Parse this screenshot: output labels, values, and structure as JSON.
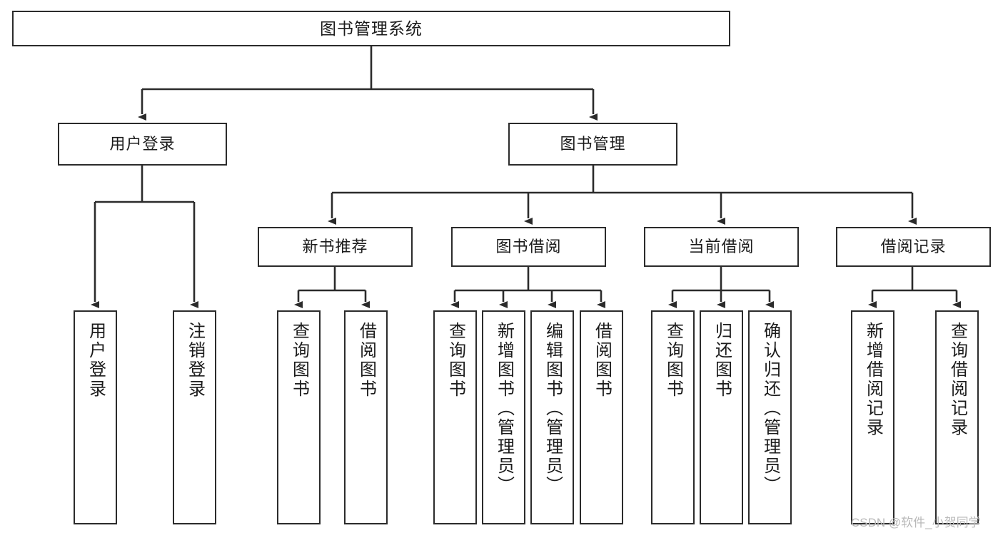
{
  "diagram": {
    "title": "图书管理系统",
    "watermark": "CSDN @软件_小贺同学",
    "colors": {
      "stroke": "#2b2b2b",
      "fill": "#ffffff",
      "text": "#1b1b1b",
      "watermark": "#b9b9b9"
    },
    "root": {
      "label": "图书管理系统"
    },
    "level1": [
      {
        "label": "用户登录"
      },
      {
        "label": "图书管理"
      }
    ],
    "level2": [
      {
        "label": "新书推荐"
      },
      {
        "label": "图书借阅"
      },
      {
        "label": "当前借阅"
      },
      {
        "label": "借阅记录"
      }
    ],
    "leaves": [
      {
        "label": "用户登录"
      },
      {
        "label": "注销登录"
      },
      {
        "label": "查询图书"
      },
      {
        "label": "借阅图书"
      },
      {
        "label": "查询图书"
      },
      {
        "label": "新增图书（管理员）"
      },
      {
        "label": "编辑图书（管理员）"
      },
      {
        "label": "借阅图书"
      },
      {
        "label": "查询图书"
      },
      {
        "label": "归还图书"
      },
      {
        "label": "确认归还（管理员）"
      },
      {
        "label": "新增借阅记录"
      },
      {
        "label": "查询借阅记录"
      }
    ]
  }
}
